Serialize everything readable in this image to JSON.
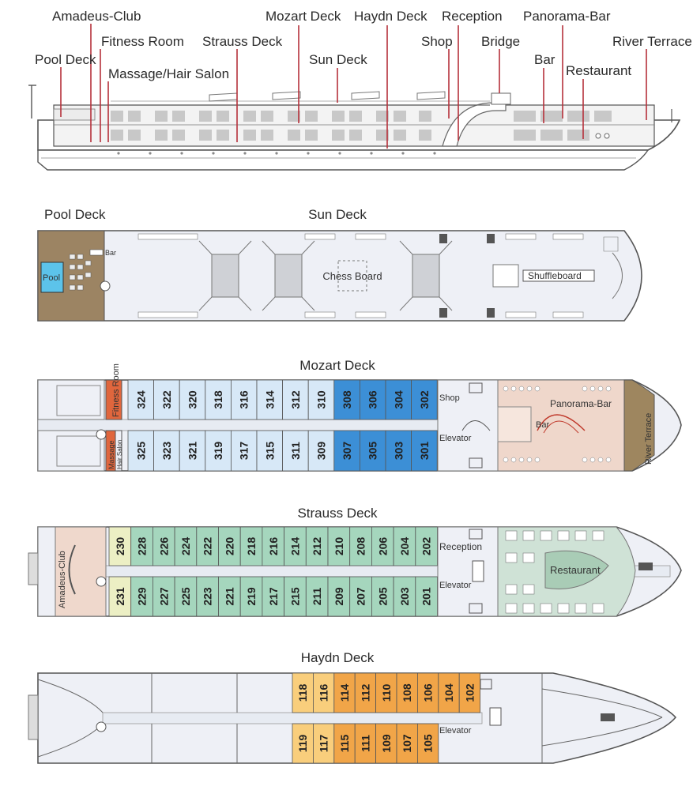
{
  "profile": {
    "labels": {
      "amadeus_club": "Amadeus-Club",
      "fitness_room": "Fitness Room",
      "pool_deck": "Pool Deck",
      "massage_hair_salon": "Massage/Hair Salon",
      "strauss_deck": "Strauss Deck",
      "mozart_deck": "Mozart Deck",
      "sun_deck": "Sun Deck",
      "haydn_deck": "Haydn Deck",
      "reception": "Reception",
      "shop": "Shop",
      "bridge": "Bridge",
      "panorama_bar": "Panorama-Bar",
      "bar": "Bar",
      "restaurant": "Restaurant",
      "river_terrace": "River Terrace"
    }
  },
  "sun_deck": {
    "title": "Sun Deck",
    "pool_deck_title": "Pool Deck",
    "pool": "Pool",
    "bar": "Bar",
    "chess_board": "Chess Board",
    "shuffleboard": "Shuffleboard"
  },
  "mozart_deck": {
    "title": "Mozart Deck",
    "fitness_room": "Fitness Room",
    "massage": "Massage",
    "hair_salon": "Hair Salon",
    "shop": "Shop",
    "elevator": "Elevator",
    "bar": "Bar",
    "panorama_bar": "Panorama-Bar",
    "river_terrace": "River Terrace",
    "cabins_top": [
      "324",
      "322",
      "320",
      "318",
      "316",
      "314",
      "312",
      "310",
      "308",
      "306",
      "304",
      "302"
    ],
    "cabins_bottom": [
      "325",
      "323",
      "321",
      "319",
      "317",
      "315",
      "311",
      "309",
      "307",
      "305",
      "303",
      "301"
    ]
  },
  "strauss_deck": {
    "title": "Strauss Deck",
    "amadeus_club": "Amadeus-Club",
    "reception": "Reception",
    "elevator": "Elevator",
    "restaurant": "Restaurant",
    "cabins_top": [
      "230",
      "228",
      "226",
      "224",
      "222",
      "220",
      "218",
      "216",
      "214",
      "212",
      "210",
      "208",
      "206",
      "204",
      "202"
    ],
    "cabins_bottom": [
      "231",
      "229",
      "227",
      "225",
      "223",
      "221",
      "219",
      "217",
      "215",
      "211",
      "209",
      "207",
      "205",
      "203",
      "201"
    ]
  },
  "haydn_deck": {
    "title": "Haydn Deck",
    "elevator": "Elevator",
    "cabins_top": [
      "118",
      "116",
      "114",
      "112",
      "110",
      "108",
      "106",
      "104",
      "102"
    ],
    "cabins_bottom": [
      "119",
      "117",
      "115",
      "111",
      "109",
      "107",
      "105"
    ]
  },
  "colors": {
    "mozart_light": "#d7e8f7",
    "mozart_dark": "#3c8fd6",
    "strauss": "#a5d6bd",
    "strauss_suite": "#ecefc4",
    "haydn_light": "#f9ce7c",
    "haydn_dark": "#f1a548",
    "fitness": "#e0663d",
    "panorama_floor": "#efd7cb",
    "terrace": "#9e865f",
    "pool_deck": "#9c8463",
    "pool_water": "#5cc3ea",
    "restaurant_floor": "#cfe2d6",
    "club_floor": "#efd8cc"
  }
}
